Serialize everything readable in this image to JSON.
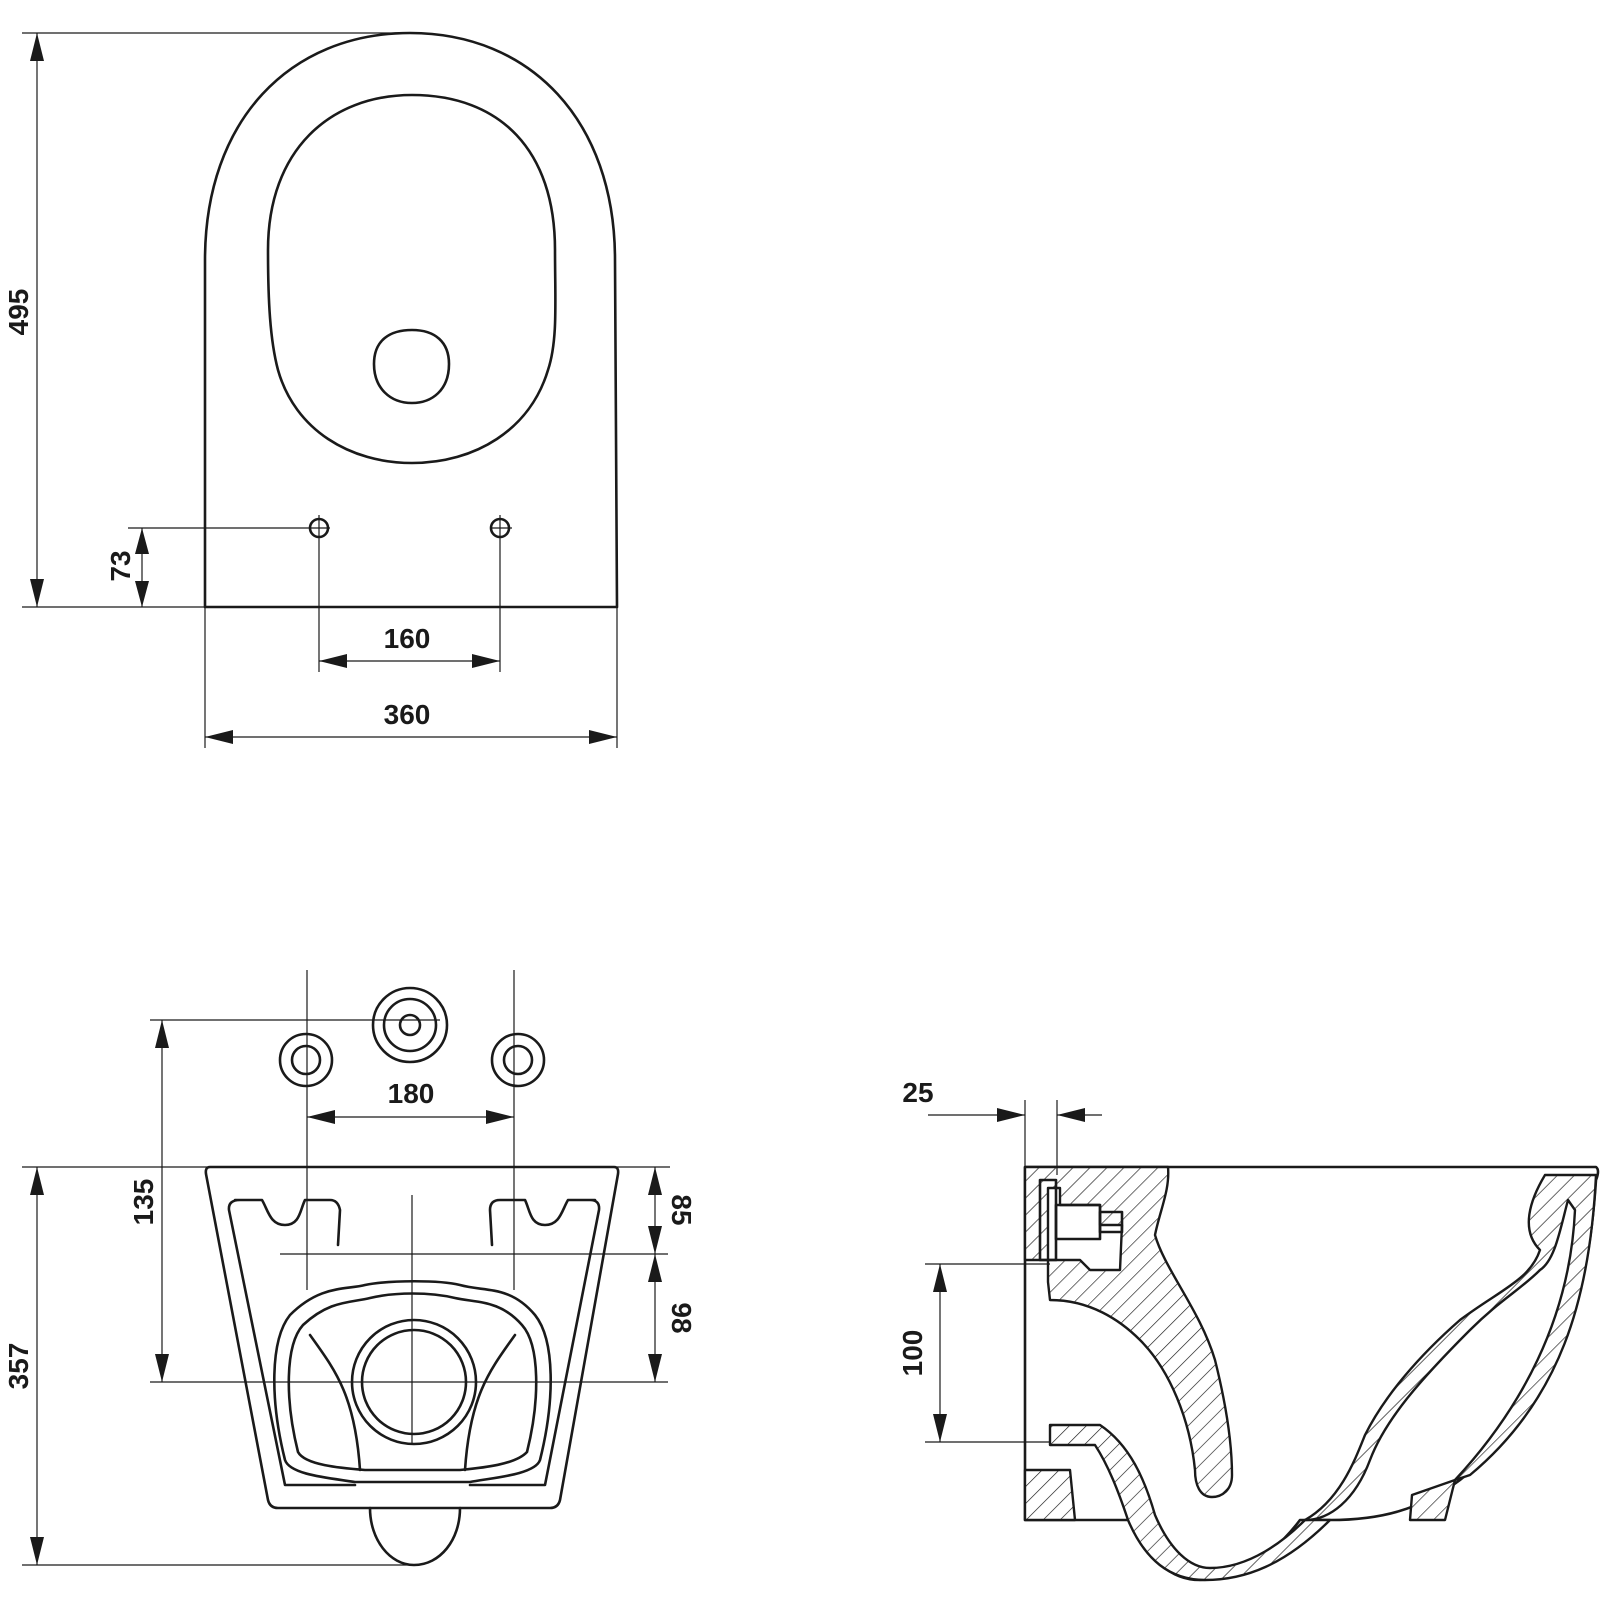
{
  "drawing": {
    "views": [
      "top-view",
      "front-view",
      "side-section-view"
    ],
    "units": "mm",
    "dimensions": {
      "total_length": "495",
      "bolt_offset": "73",
      "bolt_spacing_top": "160",
      "width": "360",
      "mount_spacing": "180",
      "height": "357",
      "vertical_135": "135",
      "vertical_85": "85",
      "vertical_98": "98",
      "wall_offset": "25",
      "outlet_100": "100"
    },
    "colors": {
      "line": "#1a1a1a",
      "background": "#ffffff"
    }
  }
}
